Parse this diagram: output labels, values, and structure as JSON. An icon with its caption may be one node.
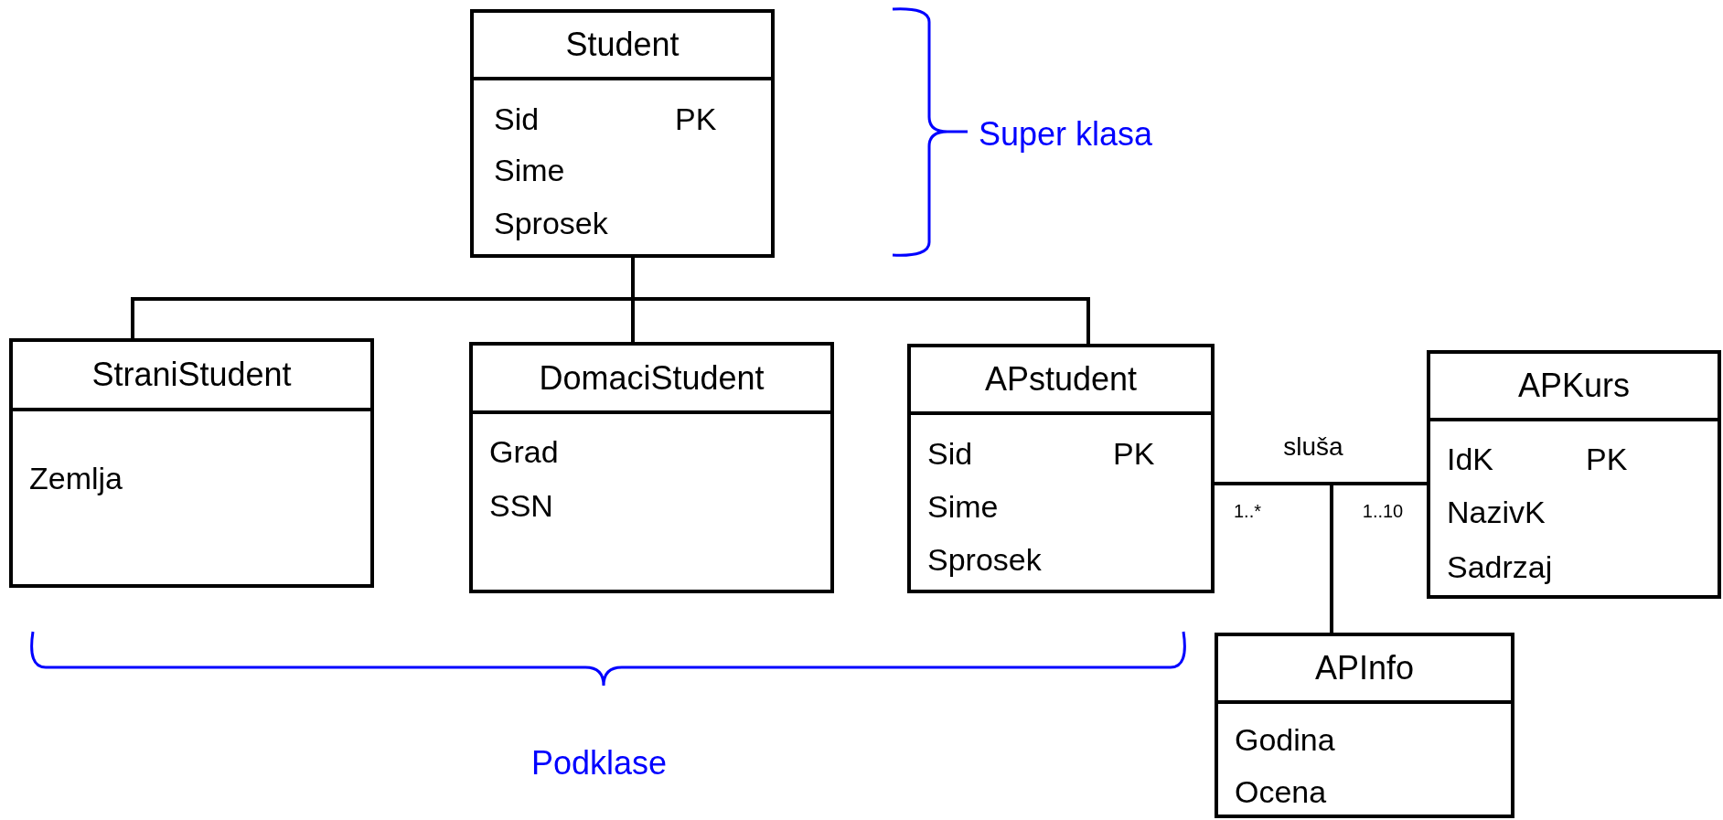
{
  "diagram": {
    "nodes": [
      {
        "text": [
          "Student",
          "Sid",
          "PK",
          "Sime",
          "Sprosek"
        ]
      },
      {
        "text": [
          "StraniStudent",
          "Zemlja"
        ]
      },
      {
        "text": [
          "DomaciStudent",
          "Grad",
          "SSN"
        ]
      },
      {
        "text": [
          "APstudent",
          "Sid",
          "PK",
          "Sime",
          "Sprosek"
        ]
      },
      {
        "text": [
          "APKurs",
          "IdK",
          "PK",
          "NazivK",
          "Sadrzaj"
        ]
      },
      {
        "text": [
          "APInfo",
          "Godina",
          "Ocena"
        ]
      }
    ],
    "edges": [
      {
        "from": 1,
        "to": 0,
        "arrow": "none"
      },
      {
        "from": 2,
        "to": 0,
        "arrow": "none"
      },
      {
        "from": 3,
        "to": 0,
        "arrow": "none"
      },
      {
        "from": 3,
        "to": 4,
        "arrow": "none",
        "label": "sluša"
      },
      {
        "from": 5,
        "to": null,
        "arrow": "none"
      }
    ],
    "labels": [
      "Super klasa",
      "1..*",
      "1..10",
      "Podklase"
    ]
  }
}
